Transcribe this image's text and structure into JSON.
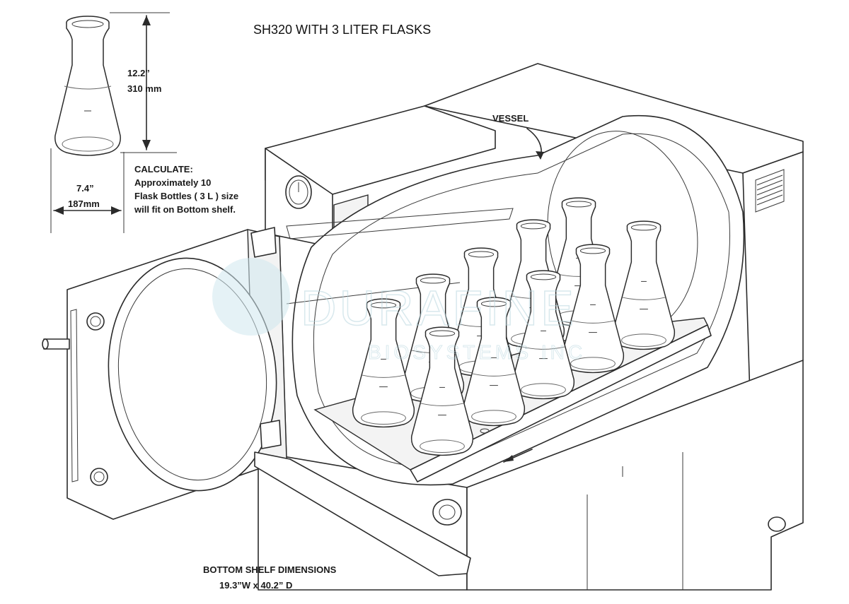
{
  "title": "SH320 WITH 3 LITER FLASKS",
  "labels": {
    "vessel": "VESSEL",
    "height_in": "12.2”",
    "height_mm": "310 mm",
    "width_in": "7.4”",
    "width_mm": "187mm",
    "calculate_heading": "CALCULATE:",
    "calculate_line1": "Approximately  10",
    "calculate_line2": "Flask Bottles ( 3 L ) size",
    "calculate_line3": "will fit on Bottom shelf.",
    "shelf_heading": "BOTTOM SHELF DIMENSIONS",
    "shelf_dims": "19.3”W x 40.2” D"
  },
  "watermark": {
    "line1": "DURAFINE",
    "line2": "BIOSYSTEMS INC"
  },
  "flask_count": 10,
  "colors": {
    "line": "#2b2b2b",
    "watermark": "#cfe8ee"
  }
}
